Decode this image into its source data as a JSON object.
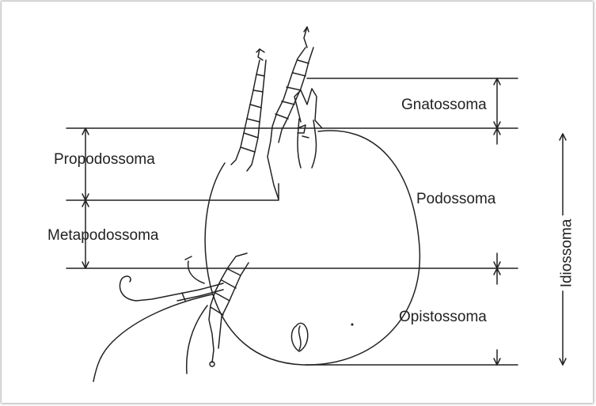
{
  "labels": {
    "gnatossoma": "Gnatossoma",
    "propodossoma": "Propodossoma",
    "podossoma": "Podossoma",
    "metapodossoma": "Metapodossoma",
    "opistossoma": "Opistossoma",
    "idiossoma": "Idiossoma"
  },
  "colors": {
    "ink": "#222222",
    "background": "#ffffff"
  }
}
